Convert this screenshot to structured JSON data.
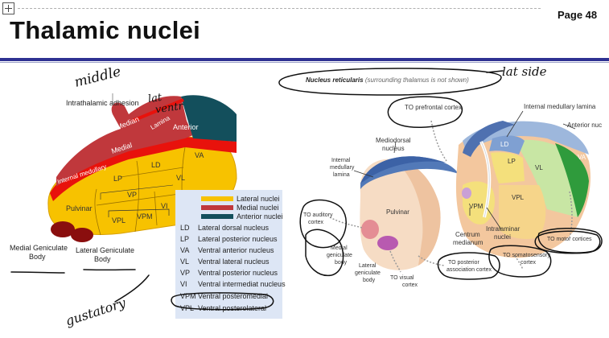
{
  "header": {
    "page_label": "Page 48",
    "title": "Thalamic nuclei"
  },
  "diagram_left": {
    "labels": {
      "intrathalamic_adhesion": "Intrathalamic adhesion",
      "median": "Median",
      "medial": "Medial",
      "lamina": "Lamina",
      "anterior": "Anterior",
      "internal_medullary": "Internal medullary",
      "ld": "LD",
      "va": "VA",
      "lp": "LP",
      "vl": "VL",
      "vp": "VP",
      "vi": "VI",
      "pulvinar": "Pulvinar",
      "vpl": "VPL",
      "vpm": "VPM",
      "medial_geniculate": "Medial Geniculate",
      "body_1": "Body",
      "lateral_geniculate": "Lateral Geniculate",
      "body_2": "Body"
    },
    "colors": {
      "lateral": "#f7c200",
      "medial": "#c0383c",
      "anterior": "#134f5c",
      "lamina": "#e8120c",
      "geniculate": "#8a0e0e"
    }
  },
  "legend": {
    "color_keys": [
      {
        "label": "Lateral nuclei",
        "color": "#f7c200"
      },
      {
        "label": "Medial nuclei",
        "color": "#c0383c"
      },
      {
        "label": "Anterior nuclei",
        "color": "#134f5c"
      }
    ],
    "rows": [
      {
        "abbr": "LD",
        "name": "Lateral dorsal nucleus"
      },
      {
        "abbr": "LP",
        "name": "Lateral posterior nucleus"
      },
      {
        "abbr": "VA",
        "name": "Ventral anterior nucleus"
      },
      {
        "abbr": "VL",
        "name": "Ventral lateral nucleus"
      },
      {
        "abbr": "VP",
        "name": "Ventral posterior nucleus"
      },
      {
        "abbr": "VI",
        "name": "Ventral intermediat nucleus"
      },
      {
        "abbr": "VPM",
        "name": "Ventral posteromedial"
      },
      {
        "abbr": "VPL",
        "name": "Ventral posterolateral"
      }
    ]
  },
  "diagram_right": {
    "nucleus_reticularis": "Nucleus reticularis",
    "nucleus_reticularis_note": "(surrounding thalamus is not shown)",
    "to_prefrontal": "TO prefrontal cortex",
    "internal_medullary_lamina": "Internal medullary lamina",
    "anterior_nuc": "Anterior nuc",
    "mediodorsal": "Mediodorsal",
    "nucleus": "nucleus",
    "internal_med_1": "Internal",
    "internal_med_2": "medullary",
    "internal_med_3": "lamina",
    "ld": "LD",
    "lp": "LP",
    "vl": "VL",
    "va": "VA",
    "vpm": "VPM",
    "vpl": "VPL",
    "pulvinar": "Pulvinar",
    "centrum_1": "Centrum",
    "centrum_2": "medianum",
    "intralaminar_1": "Intralaminar",
    "intralaminar_2": "nuclei",
    "to_auditory_1": "TO auditory",
    "to_auditory_2": "cortex",
    "medial_gen_1": "Medial",
    "medial_gen_2": "geniculate",
    "medial_gen_3": "body",
    "lateral_gen_1": "Lateral",
    "lateral_gen_2": "geniculate",
    "lateral_gen_3": "body",
    "to_visual_1": "TO visual",
    "to_visual_2": "cortex",
    "to_posterior_1": "TO posterior",
    "to_posterior_2": "association cortex",
    "to_somato_1": "TO somatosensory",
    "to_somato_2": "cortex",
    "to_motor": "TO motor cortices"
  },
  "handwriting": {
    "middle": "middle",
    "lat_ventr_1": "lat",
    "lat_ventr_2": "ventr",
    "lat_side": "lat side",
    "gustatory": "gustatory"
  }
}
